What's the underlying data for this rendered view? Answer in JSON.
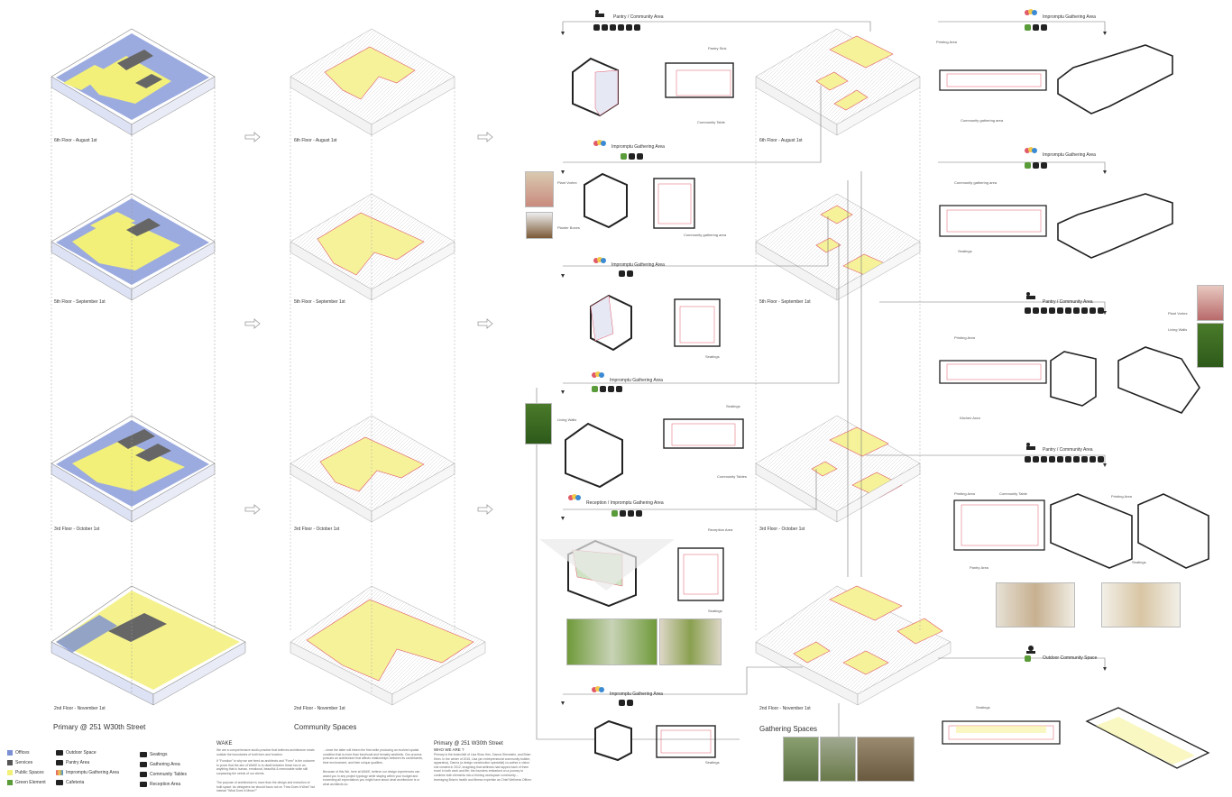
{
  "floors_primary": [
    {
      "label": "6th Floor - August 1st"
    },
    {
      "label": "5th Floor - September 1st"
    },
    {
      "label": "3rd Floor - October 1st"
    },
    {
      "label": "2nd Floor - November 1st"
    }
  ],
  "floors_community": [
    {
      "label": "6th Floor - August 1st"
    },
    {
      "label": "5th Floor - September 1st"
    },
    {
      "label": "3rd Floor - October 1st"
    },
    {
      "label": "2nd Floor - November 1st"
    }
  ],
  "floors_gathering": [
    {
      "label": "6th Floor - August 1st"
    },
    {
      "label": "5th Floor - September 1st"
    },
    {
      "label": "3rd Floor - October 1st"
    },
    {
      "label": "2nd Floor - November 1st"
    }
  ],
  "section_titles": {
    "primary": "Primary @ 251 W30th Street",
    "community": "Community Spaces",
    "gathering": "Gathering Spaces"
  },
  "zones_left": [
    {
      "title": "Pantry / Community Area"
    },
    {
      "title": "Impromptu Gathering Area"
    },
    {
      "title": "Impromptu Gathering Area"
    },
    {
      "title": "Impromptu Gathering Area"
    },
    {
      "title": "Reception / Impromptu Gathering Area"
    },
    {
      "title": "Impromptu Gathering Area"
    }
  ],
  "zones_right": [
    {
      "title": "Impromptu Gathering Area"
    },
    {
      "title": "Impromptu Gathering Area"
    },
    {
      "title": "Pantry / Community Area"
    },
    {
      "title": "Pantry / Community Area"
    },
    {
      "title": "Outdoor Community Space"
    }
  ],
  "notes": {
    "n1": "Pantry Sink",
    "n2": "Community Table",
    "n3": "Plant Vortex",
    "n4": "Planter Boxes",
    "n5": "Community gathering area",
    "n6": "Seatings",
    "n7": "Living Walls",
    "n8": "Seatings",
    "n9": "Community Tables",
    "n10": "Reception Area",
    "n11": "Seatings",
    "n12": "Seatings",
    "n13": "Printing Area",
    "n14": "Community gathering area",
    "n15": "Community gathering area",
    "n16": "Seatings",
    "n17": "Printing Area",
    "n18": "Plant Vortex",
    "n19": "Living Walls",
    "n20": "Kitchen Area",
    "n21": "Printing Area",
    "n22": "Community Table",
    "n23": "Printing Area",
    "n24": "Pantry Area",
    "n25": "Seatings",
    "n26": "Seatings"
  },
  "legend": {
    "colors": [
      {
        "label": "Offices",
        "color": "#7b8fd4"
      },
      {
        "label": "Services",
        "color": "#555555"
      },
      {
        "label": "Public Spaces",
        "color": "#f3f07a"
      },
      {
        "label": "Green Element",
        "color": "#5a9b3a"
      }
    ],
    "icons_a": [
      {
        "label": "Outdoor Space",
        "icon": "outdoor-icon"
      },
      {
        "label": "Pantry Area",
        "icon": "pantry-icon"
      },
      {
        "label": "Impromptu Gathering Area",
        "icon": "gathering-icon"
      },
      {
        "label": "Cafeteria",
        "icon": "cafeteria-icon"
      }
    ],
    "icons_b": [
      {
        "label": "Seatings",
        "icon": "seating-icon"
      },
      {
        "label": "Gathering Area",
        "icon": "group-icon"
      },
      {
        "label": "Community Tables",
        "icon": "table-icon"
      },
      {
        "label": "Reception Area",
        "icon": "reception-icon"
      }
    ]
  },
  "text_blocks": {
    "wake_title": "WAKE",
    "wake_p1": "We are a comprehensive studio practice that believes architecture exists outside the boundaries of both form and function.",
    "wake_p2": "If \"Function\" is why we are hired as architects and \"Form\" is the outcome to prove that the aim of WAKE is to dwell between these two in an anything that is human, emotional, beautiful & memorable while still surpassing the needs of our clients.",
    "wake_p3": "The purpose of architecture is more than the design and execution of built space. As designers we should focus not on \"How Does it Work\" but instead \"What Does it Mean?\"",
    "wake_p4": "…since the latter will inform the first while producing an evolved spatial condition that is more than functional and formally aesthetic. Our process pursues an architecture that affects relationships between its constituents, their environment, and their unique qualities.",
    "wake_p5": "Because of this We, here at WAKE, believe our design experiences can assist you in any project typology while staying within your budget and exceeding all expectations you might have about what architecture is or what architects do.",
    "primary_title": "Primary @ 251 W30th Street",
    "who_title": "WHO WE ARE ?",
    "who_p": "Primary is the brainchild of Lisa Shao Hen, Danna Shenstein, and Brian Klein. In the winter of 2015, Lisa (an entrepreneurial community builder, apparatus), Danna (a design construction specialist) co-author a vision she created in 2012, imagining that wellness had tapped each of them excel in both work and life; the founders embarked on a journey to combine both elements into a thriving workspace community – leveraging Brian's health and fitness expertise as Chief Wellness Officer."
  }
}
